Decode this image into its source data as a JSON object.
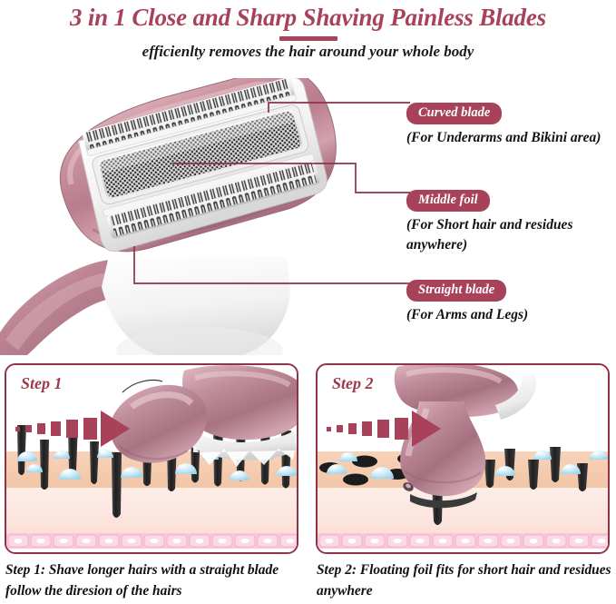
{
  "header": {
    "title": "3 in 1 Close and Sharp Shaving Painless Blades",
    "subtitle": "efficienlty removes the hair around your whole body"
  },
  "colors": {
    "accent": "#a8415a",
    "accent_dark": "#8f3346",
    "rose_gold": "#c9929f",
    "skin_top": "#f5cdb0",
    "skin_bottom": "#fbe3dc",
    "cell_pink": "#f7c2d4",
    "hair": "#2b2b2b",
    "droplet": "#bfe3f5"
  },
  "callouts": [
    {
      "id": "curved-blade",
      "badge": "Curved blade",
      "description": "(For Underarms and Bikini area)"
    },
    {
      "id": "middle-foil",
      "badge": "Middle foil",
      "description": "(For Short hair and residues anywhere)"
    },
    {
      "id": "straight-blade",
      "badge": "Straight blade",
      "description": "(For Arms and Legs)"
    }
  ],
  "steps": [
    {
      "id": "step-1",
      "label": "Step 1",
      "caption": "Step 1: Shave longer hairs with a straight blade follow the diresion of the hairs"
    },
    {
      "id": "step-2",
      "label": "Step 2",
      "caption": "Step 2: Floating foil fits for short hair and residues anywhere"
    }
  ]
}
